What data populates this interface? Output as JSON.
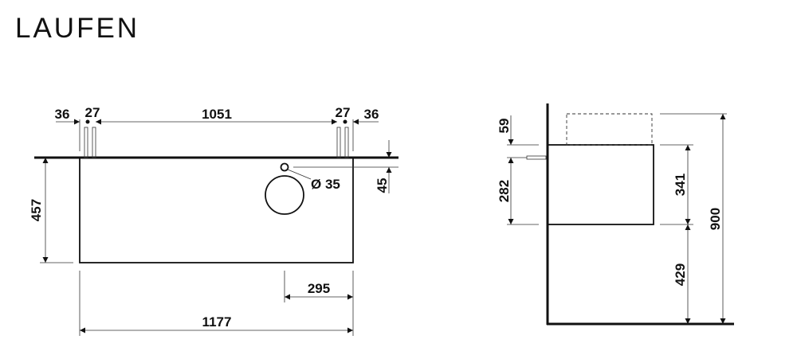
{
  "brand": {
    "logo": "LAUFEN"
  },
  "front_view": {
    "dims": {
      "left_offset": "36",
      "left_anchor": "27",
      "anchor_spacing": "1051",
      "right_anchor": "27",
      "right_offset": "36",
      "drain_offset_top": "45",
      "height": "457",
      "drain_diameter": "Ø 35",
      "drain_from_right": "295",
      "width": "1177"
    }
  },
  "side_view": {
    "dims": {
      "top_offset": "59",
      "anchor_height": "282",
      "cabinet_height": "341",
      "floor_clearance": "429",
      "total_height": "900"
    }
  }
}
